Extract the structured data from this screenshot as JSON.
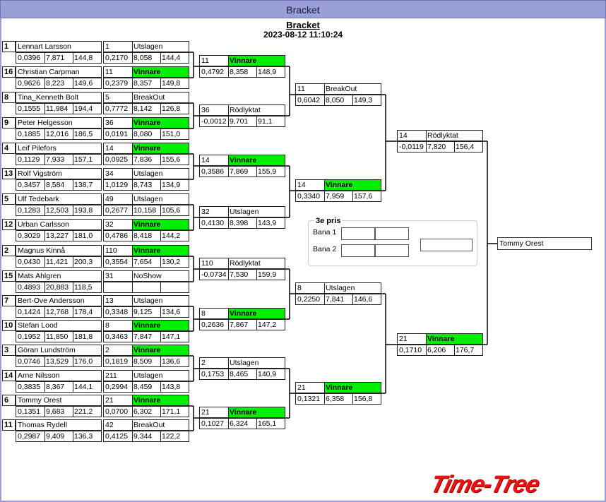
{
  "window_title": "Bracket",
  "header": {
    "title": "Bracket",
    "datetime": "2023-08-12 11:10:24"
  },
  "round1": [
    {
      "seed": "1",
      "name": "Lennart Larsson",
      "s1": "0,0396",
      "s2": "7,871",
      "s3": "144,8"
    },
    {
      "seed": "16",
      "name": "Christian Carpman",
      "s1": "0,9626",
      "s2": "8,223",
      "s3": "149,6"
    },
    {
      "seed": "8",
      "name": "Tina_Kenneth Bolt",
      "s1": "0,1555",
      "s2": "11,984",
      "s3": "194,4"
    },
    {
      "seed": "9",
      "name": "Peter Helgesson",
      "s1": "0,1885",
      "s2": "12,016",
      "s3": "186,5"
    },
    {
      "seed": "4",
      "name": "Leif Pilefors",
      "s1": "0,1129",
      "s2": "7,933",
      "s3": "157,1"
    },
    {
      "seed": "13",
      "name": "Rolf Vigström",
      "s1": "0,3457",
      "s2": "8,584",
      "s3": "138,7"
    },
    {
      "seed": "5",
      "name": "Ulf Tedebark",
      "s1": "0,1283",
      "s2": "12,503",
      "s3": "193,8"
    },
    {
      "seed": "12",
      "name": "Urban Carlsson",
      "s1": "0,3029",
      "s2": "13,227",
      "s3": "181,0"
    },
    {
      "seed": "2",
      "name": "Magnus Kinnå",
      "s1": "0,0430",
      "s2": "11,421",
      "s3": "200,3"
    },
    {
      "seed": "15",
      "name": "Mats Ahlgren",
      "s1": "0,4893",
      "s2": "20,883",
      "s3": "118,5"
    },
    {
      "seed": "7",
      "name": "Bert-Ove Andersson",
      "s1": "0,1424",
      "s2": "12,768",
      "s3": "178,4"
    },
    {
      "seed": "10",
      "name": "Stefan Lood",
      "s1": "0,1952",
      "s2": "11,850",
      "s3": "181,8"
    },
    {
      "seed": "3",
      "name": "Göran Lundström",
      "s1": "0,0746",
      "s2": "13,529",
      "s3": "176,0"
    },
    {
      "seed": "14",
      "name": "Arne Nilsson",
      "s1": "0,3835",
      "s2": "8,367",
      "s3": "144,1"
    },
    {
      "seed": "6",
      "name": "Tommy Orest",
      "s1": "0,1351",
      "s2": "9,683",
      "s3": "221,2"
    },
    {
      "seed": "11",
      "name": "Thomas Rydell",
      "s1": "0,2987",
      "s2": "9,409",
      "s3": "136,3"
    }
  ],
  "round1b": [
    {
      "num": "1",
      "status": "Utslagen",
      "win": false,
      "s1": "0,2170",
      "s2": "8,058",
      "s3": "144,4"
    },
    {
      "num": "11",
      "status": "Vinnare",
      "win": true,
      "s1": "0,2379",
      "s2": "8,357",
      "s3": "149,8"
    },
    {
      "num": "5",
      "status": "BreakOut",
      "win": false,
      "s1": "0,7772",
      "s2": "8,142",
      "s3": "126,8"
    },
    {
      "num": "36",
      "status": "Vinnare",
      "win": true,
      "s1": "0,0191",
      "s2": "8,080",
      "s3": "151,0"
    },
    {
      "num": "14",
      "status": "Vinnare",
      "win": true,
      "s1": "0,0925",
      "s2": "7,836",
      "s3": "155,6"
    },
    {
      "num": "34",
      "status": "Utslagen",
      "win": false,
      "s1": "1,0129",
      "s2": "8,743",
      "s3": "134,9"
    },
    {
      "num": "49",
      "status": "Utslagen",
      "win": false,
      "s1": "0,2677",
      "s2": "10,158",
      "s3": "105,6"
    },
    {
      "num": "32",
      "status": "Vinnare",
      "win": true,
      "s1": "0,4786",
      "s2": "8,418",
      "s3": "144,2"
    },
    {
      "num": "110",
      "status": "Vinnare",
      "win": true,
      "s1": "0,3554",
      "s2": "7,654",
      "s3": "130,2"
    },
    {
      "num": "31",
      "status": "NoShow",
      "win": false,
      "s1": "",
      "s2": "",
      "s3": ""
    },
    {
      "num": "13",
      "status": "Utslagen",
      "win": false,
      "s1": "0,3348",
      "s2": "9,125",
      "s3": "134,6"
    },
    {
      "num": "8",
      "status": "Vinnare",
      "win": true,
      "s1": "0,3463",
      "s2": "7,847",
      "s3": "147,1"
    },
    {
      "num": "2",
      "status": "Vinnare",
      "win": true,
      "s1": "0,1819",
      "s2": "8,509",
      "s3": "136,6"
    },
    {
      "num": "211",
      "status": "Utslagen",
      "win": false,
      "s1": "0,2994",
      "s2": "8,459",
      "s3": "143,8"
    },
    {
      "num": "21",
      "status": "Vinnare",
      "win": true,
      "s1": "0,0700",
      "s2": "6,302",
      "s3": "171,1"
    },
    {
      "num": "42",
      "status": "BreakOut",
      "win": false,
      "s1": "0,4125",
      "s2": "9,344",
      "s3": "122,2"
    }
  ],
  "round2": [
    {
      "num": "11",
      "status": "Vinnare",
      "win": true,
      "s1": "0,4792",
      "s2": "8,358",
      "s3": "148,9"
    },
    {
      "num": "36",
      "status": "Rödlyktat",
      "win": false,
      "s1": "-0,0012",
      "s2": "9,701",
      "s3": "91,1"
    },
    {
      "num": "14",
      "status": "Vinnare",
      "win": true,
      "s1": "0,3586",
      "s2": "7,869",
      "s3": "155,9"
    },
    {
      "num": "32",
      "status": "Utslagen",
      "win": false,
      "s1": "0,4130",
      "s2": "8,398",
      "s3": "143,9"
    },
    {
      "num": "110",
      "status": "Rödlyktat",
      "win": false,
      "s1": "-0,0734",
      "s2": "7,530",
      "s3": "159,9"
    },
    {
      "num": "8",
      "status": "Vinnare",
      "win": true,
      "s1": "0,2636",
      "s2": "7,867",
      "s3": "147,2"
    },
    {
      "num": "2",
      "status": "Utslagen",
      "win": false,
      "s1": "0,1753",
      "s2": "8,465",
      "s3": "140,9"
    },
    {
      "num": "21",
      "status": "Vinnare",
      "win": true,
      "s1": "0,1027",
      "s2": "6,324",
      "s3": "165,1"
    }
  ],
  "round3": [
    {
      "num": "11",
      "status": "BreakOut",
      "win": false,
      "s1": "0,6042",
      "s2": "8,050",
      "s3": "149,3"
    },
    {
      "num": "14",
      "status": "Vinnare",
      "win": true,
      "s1": "0,3340",
      "s2": "7,959",
      "s3": "157,6"
    },
    {
      "num": "8",
      "status": "Utslagen",
      "win": false,
      "s1": "0,2250",
      "s2": "7,841",
      "s3": "146,6"
    },
    {
      "num": "21",
      "status": "Vinnare",
      "win": true,
      "s1": "0,1321",
      "s2": "6,358",
      "s3": "156,8"
    }
  ],
  "round4": [
    {
      "num": "14",
      "status": "Rödlyktat",
      "win": false,
      "s1": "-0,0119",
      "s2": "7,820",
      "s3": "156,4"
    },
    {
      "num": "21",
      "status": "Vinnare",
      "win": true,
      "s1": "0,1710",
      "s2": "6,206",
      "s3": "176,7"
    }
  ],
  "third_place": {
    "caption": "3e pris",
    "lane1": "Bana 1",
    "lane2": "Bana 2"
  },
  "champion": "Tommy Orest",
  "logo": "Time-Tree",
  "colors": {
    "winner": "#00ee00",
    "titlebar": "#9a9fd6",
    "logo": "#ee1111"
  }
}
